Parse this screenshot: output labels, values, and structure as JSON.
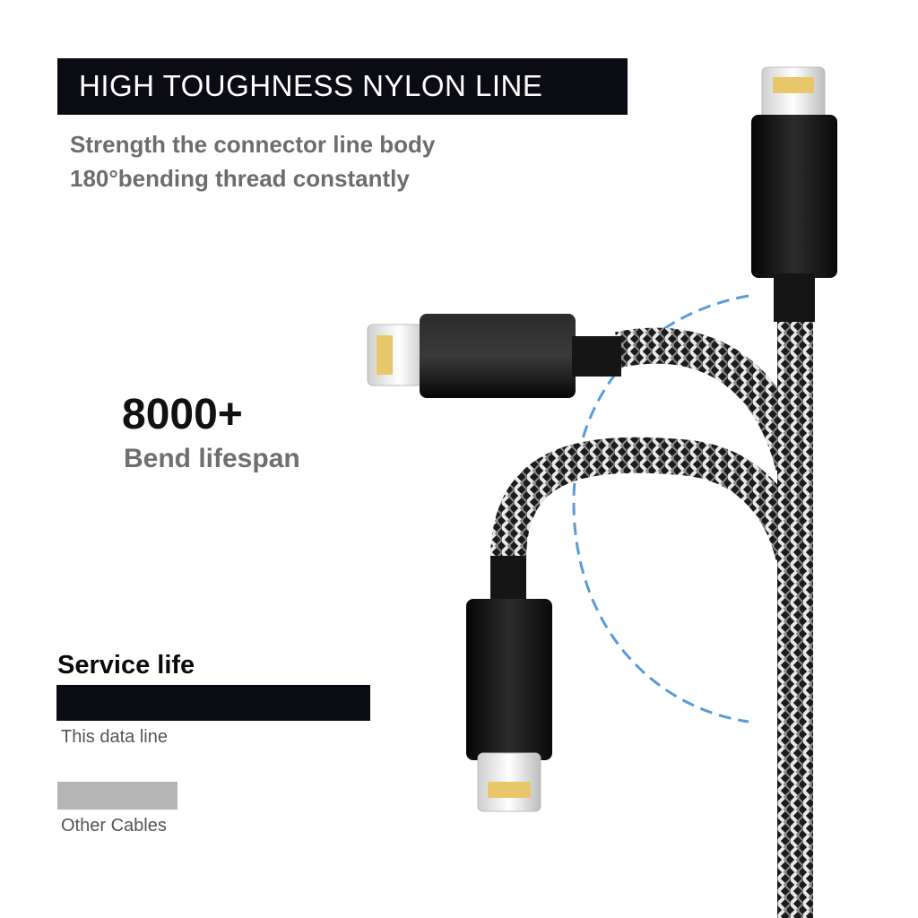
{
  "banner": {
    "title": "HIGH TOUGHNESS NYLON LINE",
    "subtitle_line1": "Strength the connector line body",
    "subtitle_line2": "180°bending thread constantly"
  },
  "bend": {
    "count": "8000+",
    "caption": "Bend lifespan"
  },
  "service_life": {
    "heading": "Service life",
    "this_label": "This data line",
    "other_label": "Other Cables"
  },
  "colors": {
    "banner_bg": "#0b0b14",
    "bar_this": "#0b0b14",
    "bar_other": "#b5b5b5",
    "arc": "#5b9bd5"
  },
  "icons": [
    "lightning-connector-icon",
    "braided-cable-illustration",
    "bend-arc-dashed"
  ]
}
